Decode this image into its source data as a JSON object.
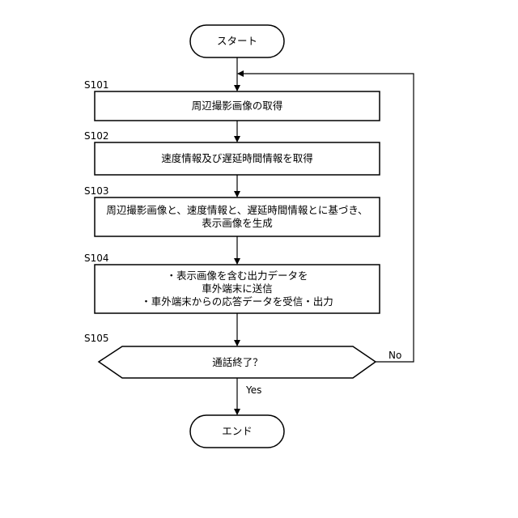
{
  "flowchart": {
    "start": "スタート",
    "end": "エンド",
    "steps": [
      {
        "id": "S101",
        "lines": [
          "周辺撮影画像の取得"
        ]
      },
      {
        "id": "S102",
        "lines": [
          "速度情報及び遅延時間情報を取得"
        ]
      },
      {
        "id": "S103",
        "lines": [
          "周辺撮影画像と、速度情報と、遅延時間情報とに基づき、",
          "表示画像を生成"
        ]
      },
      {
        "id": "S104",
        "lines": [
          "・表示画像を含む出力データを",
          "車外端末に送信",
          "・車外端末からの応答データを受信・出力"
        ]
      }
    ],
    "decision": {
      "id": "S105",
      "text": "通話終了？",
      "yes_label": "Yes",
      "no_label": "No"
    }
  }
}
